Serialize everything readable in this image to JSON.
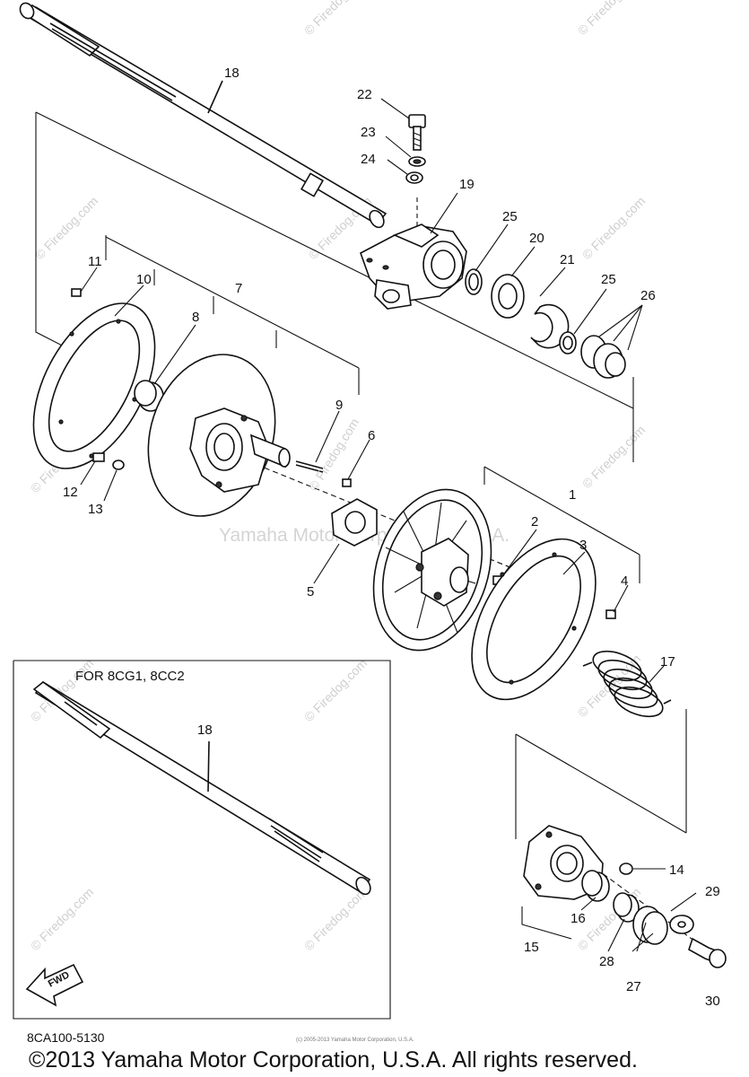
{
  "watermark": {
    "site": "© Firedog.com",
    "center": "© Firedog.com",
    "maker": "Yamaha Motor Corporation, U.S.A."
  },
  "variant_note": "FOR 8CG1, 8CC2",
  "drawing_code": "8CA100-5130",
  "fine_print": "(c) 2005-2013 Yamaha Motor Corporation, U.S.A.",
  "copyright": "©2013 Yamaha Motor Corporation, U.S.A. All rights reserved.",
  "fwd_label": "FWD",
  "callouts": {
    "c1": "1",
    "c2": "2",
    "c3": "3",
    "c4": "4",
    "c5": "5",
    "c6": "6",
    "c7": "7",
    "c8": "8",
    "c9": "9",
    "c10": "10",
    "c11": "11",
    "c12": "12",
    "c13": "13",
    "c14": "14",
    "c15": "15",
    "c16": "16",
    "c17": "17",
    "c18a": "18",
    "c18b": "18",
    "c19": "19",
    "c20": "20",
    "c21": "21",
    "c22": "22",
    "c23": "23",
    "c24": "24",
    "c25a": "25",
    "c25b": "25",
    "c26": "26",
    "c27": "27",
    "c28": "28",
    "c29": "29",
    "c30": "30"
  },
  "colors": {
    "ink": "#111111",
    "watermark": "#cfcfcf",
    "background": "#ffffff"
  }
}
